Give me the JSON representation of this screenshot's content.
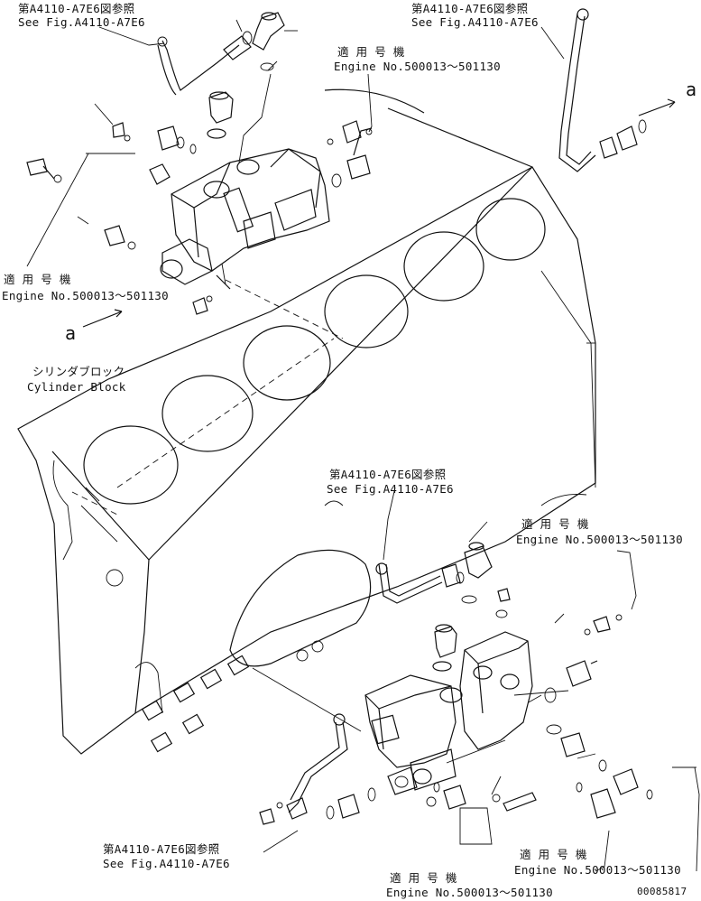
{
  "refs": {
    "top_left": {
      "jp": "第A4110-A7E6図参照",
      "en": "See Fig.A4110-A7E6"
    },
    "top_right": {
      "jp": "第A4110-A7E6図参照",
      "en": "See Fig.A4110-A7E6"
    },
    "mid": {
      "jp": "第A4110-A7E6図参照",
      "en": "See Fig.A4110-A7E6"
    },
    "bottom_left": {
      "jp": "第A4110-A7E6図参照",
      "en": "See Fig.A4110-A7E6"
    }
  },
  "applicability": {
    "top_mid": {
      "jp": "適 用 号 機",
      "en": "Engine No.500013～501130"
    },
    "left": {
      "jp": "適 用 号 機",
      "en": "Engine No.500013～501130"
    },
    "right_mid": {
      "jp": "適 用 号 機",
      "en": "Engine No.500013～501130"
    },
    "bottom_mid": {
      "jp": "適 用 号 機",
      "en": "Engine No.500013～501130"
    },
    "bottom_right": {
      "jp": "適 用 号 機",
      "en": "Engine No.500013～501130"
    }
  },
  "cylinder_block": {
    "jp": "シリンダブロック",
    "en": "Cylinder Block"
  },
  "view_markers": {
    "right": "a",
    "left": "a"
  },
  "drawing_number": "00085817"
}
